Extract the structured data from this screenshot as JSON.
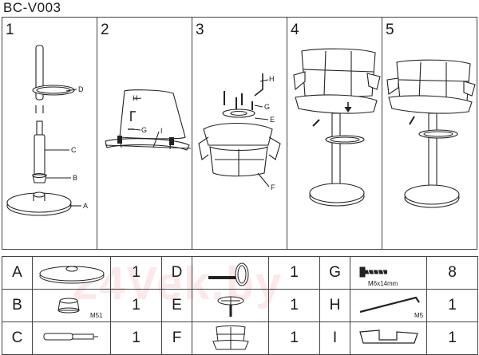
{
  "header": {
    "model": "BC-V003"
  },
  "steps": [
    {
      "number": "1",
      "labels": [
        "D",
        "C",
        "B",
        "A"
      ]
    },
    {
      "number": "2",
      "labels": [
        "H",
        "G",
        "I"
      ]
    },
    {
      "number": "3",
      "labels": [
        "H",
        "G",
        "E",
        "F"
      ]
    },
    {
      "number": "4"
    },
    {
      "number": "5"
    }
  ],
  "parts": [
    [
      {
        "letter": "A",
        "icon": "base-disc-icon",
        "qty": "1"
      },
      {
        "letter": "D",
        "icon": "footrest-ring-icon",
        "qty": "1"
      },
      {
        "letter": "G",
        "icon": "bolt-icon",
        "note": "M6x14mm",
        "qty": "8"
      }
    ],
    [
      {
        "letter": "B",
        "icon": "base-cap-icon",
        "note": "M51",
        "qty": "1"
      },
      {
        "letter": "E",
        "icon": "swivel-plate-icon",
        "qty": "1"
      },
      {
        "letter": "H",
        "icon": "hex-key-icon",
        "note": "M5",
        "qty": "1"
      }
    ],
    [
      {
        "letter": "C",
        "icon": "gas-cylinder-icon",
        "qty": "1"
      },
      {
        "letter": "F",
        "icon": "seat-icon",
        "qty": "1"
      },
      {
        "letter": "I",
        "icon": "armrest-frame-icon",
        "qty": "1"
      }
    ]
  ],
  "watermark": {
    "text": "24Vek.by"
  }
}
